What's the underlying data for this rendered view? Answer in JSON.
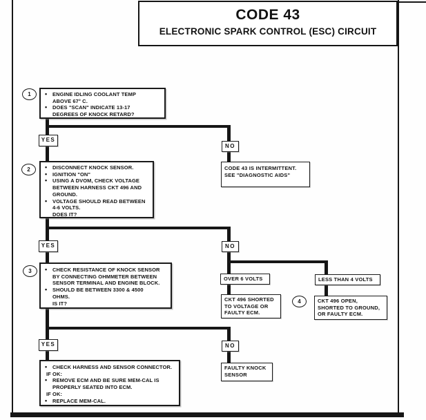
{
  "header": {
    "code": "CODE 43",
    "subtitle": "ELECTRONIC SPARK CONTROL (ESC) CIRCUIT"
  },
  "labels": {
    "yes": "YES",
    "no": "NO"
  },
  "steps": {
    "step1": {
      "number": "1",
      "bullets": [
        "ENGINE IDLING COOLANT TEMP\nABOVE 67° C.",
        "DOES \"SCAN\" INDICATE 13-17\nDEGREES OF KNOCK RETARD?"
      ]
    },
    "step2": {
      "number": "2",
      "bullets": [
        "DISCONNECT KNOCK SENSOR.",
        "IGNITION \"ON\"",
        "USING A DVOM, CHECK VOLTAGE\nBETWEEN HARNESS CKT 496 AND\nGROUND.",
        "VOLTAGE SHOULD READ BETWEEN\n4-6 VOLTS.\nDOES IT?"
      ]
    },
    "step3": {
      "number": "3",
      "bullets": [
        "CHECK RESISTANCE OF KNOCK SENSOR\nBY CONNECTING OHMMETER BETWEEN\nSENSOR TERMINAL AND ENGINE BLOCK.",
        "SHOULD BE BETWEEN 3300 & 4500\nOHMS.\nIS IT?"
      ]
    }
  },
  "results": {
    "intermittent": "CODE 43 IS INTERMITTENT.\nSEE \"DIAGNOSTIC AIDS\"",
    "over6": "OVER 6 VOLTS",
    "less4": "LESS THAN 4 VOLTS",
    "ckt_shorted": "CKT 496 SHORTED\nTO VOLTAGE OR\nFAULTY ECM.",
    "ckt_open": {
      "number": "4",
      "text": "CKT 496 OPEN,\nSHORTED TO GROUND,\nOR FAULTY ECM."
    },
    "faulty_sensor": "FAULTY KNOCK\nSENSOR"
  },
  "final_box": {
    "items": [
      {
        "bullet": true,
        "text": "CHECK HARNESS AND SENSOR CONNECTOR."
      },
      {
        "bullet": false,
        "text": "IF OK:"
      },
      {
        "bullet": true,
        "text": "REMOVE ECM AND BE SURE MEM-CAL IS\nPROPERLY SEATED INTO ECM."
      },
      {
        "bullet": false,
        "text": "IF OK:"
      },
      {
        "bullet": true,
        "text": "REPLACE MEM-CAL."
      }
    ]
  }
}
